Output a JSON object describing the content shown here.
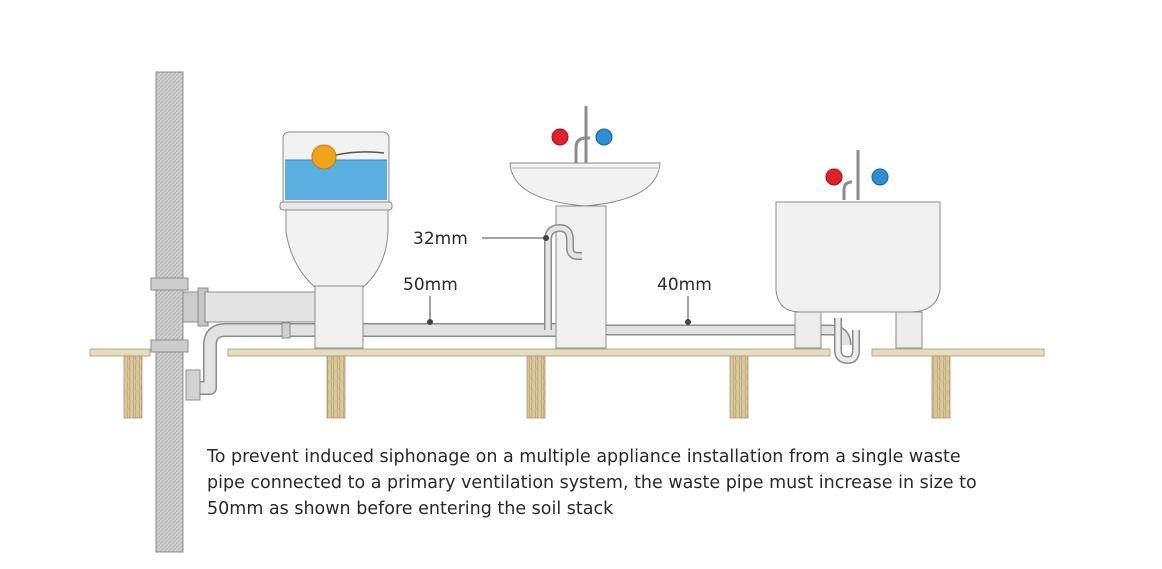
{
  "labels": {
    "pipe_32": "32mm",
    "pipe_50": "50mm",
    "pipe_40": "40mm"
  },
  "caption": {
    "line1": "To prevent induced siphonage on a multiple appliance installation from a single waste",
    "line2": "pipe connected to a primary ventilation system, the waste pipe must increase in size to",
    "line3": "50mm as shown before entering the soil stack"
  },
  "colors": {
    "water": "#5aaee0",
    "hot_tap": "#e0202a",
    "cold_tap": "#2f8fd6",
    "float_ball": "#f2a31c",
    "ceramic": "#f1f1f1",
    "pipe": "#dcdcdc",
    "stack": "#c9c9c9",
    "joist": "#d6c49a"
  }
}
